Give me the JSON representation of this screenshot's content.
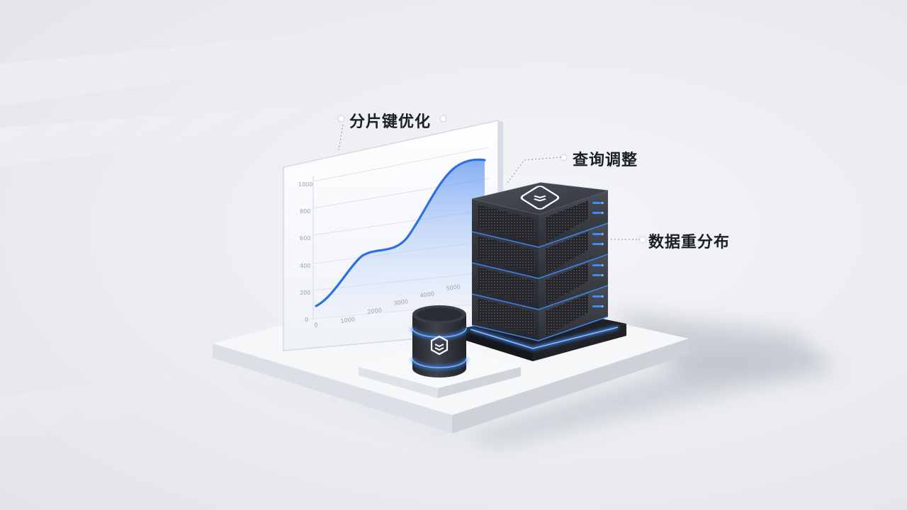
{
  "callouts": {
    "shard_key": "分片键优化",
    "query": "查询调整",
    "redistribution": "数据重分布"
  },
  "chart_y_ticks": [
    "0",
    "200",
    "400",
    "600",
    "800",
    "1000"
  ],
  "chart_x_ticks": [
    "0",
    "1000",
    "2000",
    "3000",
    "4000",
    "5000"
  ],
  "colors": {
    "accent": "#2f6fe0",
    "glow": "#3d8bff",
    "server_body": "#2e3138",
    "platform": "#f3f4f7"
  },
  "icons": {
    "server_logo": "layered-box-icon",
    "cylinder_logo": "layered-box-icon"
  }
}
